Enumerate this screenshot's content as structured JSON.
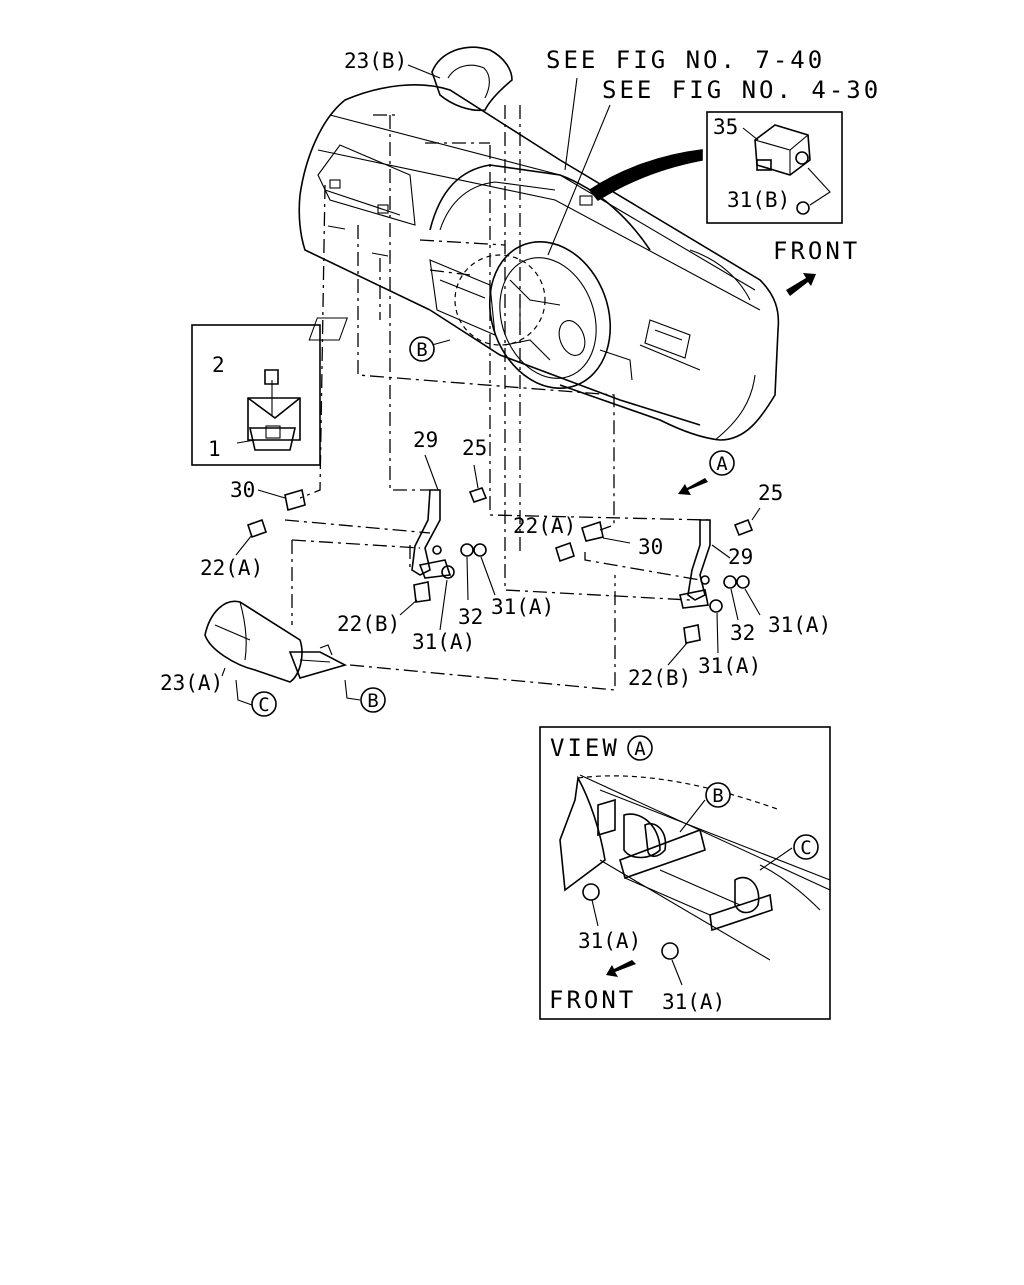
{
  "references": {
    "fig_7_40": "SEE FIG NO. 7-40",
    "fig_4_30": "SEE FIG NO. 4-30"
  },
  "directions": {
    "front_main": "FRONT",
    "front_view": "FRONT"
  },
  "view_box": {
    "title": "VIEW",
    "title_marker": "A"
  },
  "markers": {
    "a": "A",
    "b": "B",
    "c": "C"
  },
  "callouts": {
    "p23b": "23(B)",
    "p35": "35",
    "p31b": "31(B)",
    "p2": "2",
    "p1": "1",
    "p29_left": "29",
    "p25_left": "25",
    "p30_left": "30",
    "p22a_left": "22(A)",
    "p22b_left": "22(B)",
    "p31a_left_1": "31(A)",
    "p32_left": "32",
    "p31a_left_2": "31(A)",
    "p23a": "23(A)",
    "p22a_right": "22(A)",
    "p30_right": "30",
    "p25_right": "25",
    "p29_right": "29",
    "p32_right": "32",
    "p31a_right_1": "31(A)",
    "p31a_right_2": "31(A)",
    "p22b_right": "22(B)",
    "v31a_1": "31(A)",
    "v31a_2": "31(A)"
  }
}
